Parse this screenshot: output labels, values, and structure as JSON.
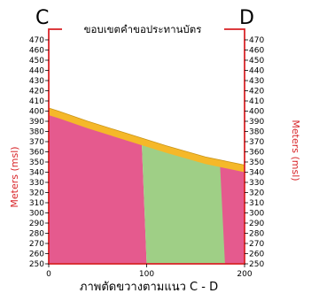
{
  "corner_labels": {
    "left": "C",
    "right": "D"
  },
  "title": "ขอบเขตคำขอประทานบัตร",
  "y_axis": {
    "label": "Meters (msl)",
    "min": 250,
    "max": 470,
    "ticks": [
      "470",
      "460",
      "450",
      "440",
      "430",
      "420",
      "410",
      "400",
      "390",
      "380",
      "370",
      "360",
      "350",
      "340",
      "330",
      "320",
      "310",
      "300",
      "290",
      "280",
      "270",
      "260",
      "250"
    ]
  },
  "x_axis": {
    "ticks": [
      "0",
      "100",
      "200"
    ],
    "min": 0,
    "max": 200
  },
  "caption": "ภาพตัดขวางตามแนว  C - D",
  "colors": {
    "frame": "#d8262a",
    "pink_unit": "#e55a8e",
    "green_unit": "#9fcf86",
    "surface_band": "#f5b829",
    "label": "#d8262a"
  },
  "units": {
    "surface_profile": [
      [
        0,
        403
      ],
      [
        10,
        400
      ],
      [
        40,
        390
      ],
      [
        80,
        378
      ],
      [
        120,
        366
      ],
      [
        160,
        355
      ],
      [
        200,
        347
      ]
    ],
    "pink_left_boundary_top": [
      [
        0,
        397
      ],
      [
        40,
        386
      ],
      [
        80,
        374
      ],
      [
        95,
        369
      ]
    ],
    "green_body": [
      [
        95,
        369
      ],
      [
        120,
        364
      ],
      [
        150,
        355
      ],
      [
        160,
        350
      ],
      [
        175,
        346
      ],
      [
        180,
        250
      ],
      [
        100,
        250
      ],
      [
        95,
        369
      ]
    ],
    "pink_right_body": [
      [
        150,
        355
      ],
      [
        170,
        350
      ],
      [
        200,
        346
      ],
      [
        200,
        250
      ],
      [
        180,
        250
      ],
      [
        160,
        350
      ],
      [
        150,
        355
      ]
    ]
  }
}
